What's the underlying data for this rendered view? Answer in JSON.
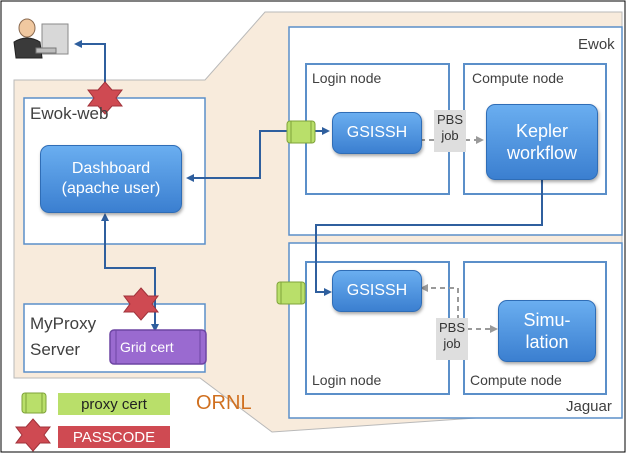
{
  "colors": {
    "ornl_region": "#f8ebdc",
    "box_border": "#5b8fc9",
    "button_blue": "#4a90e2",
    "arrow_blue": "#2f5f9e",
    "dashed_gray": "#9a9a9a",
    "proxy_cert_green": "#b9df6a",
    "passcode_red": "#cf4a52",
    "grid_cert_purple": "#9a6ad0"
  },
  "icons": [
    "user-at-computer-icon",
    "proxy-cert-scroll-icon",
    "passcode-star-icon",
    "grid-cert-scroll-icon"
  ],
  "region": {
    "label": "ORNL"
  },
  "ewok": {
    "label": "Ewok",
    "login_node": {
      "label": "Login node",
      "gsissh": "GSISSH"
    },
    "compute_node": {
      "label": "Compute node",
      "kepler": "Kepler workflow"
    },
    "pbs": {
      "line1": "PBS",
      "line2": "job"
    }
  },
  "ewok_web": {
    "label": "Ewok-web",
    "dashboard_line1": "Dashboard",
    "dashboard_line2": "(apache user)"
  },
  "myproxy": {
    "label_line1": "MyProxy",
    "label_line2": "Server",
    "grid_cert": "Grid cert"
  },
  "jaguar": {
    "label": "Jaguar",
    "login_node": {
      "label": "Login node",
      "gsissh": "GSISSH"
    },
    "compute_node": {
      "label": "Compute node",
      "simulation_line1": "Simu-",
      "simulation_line2": "lation"
    },
    "pbs": {
      "line1": "PBS",
      "line2": "job"
    }
  },
  "legend": {
    "proxy_cert": "proxy cert",
    "passcode": "PASSCODE"
  }
}
